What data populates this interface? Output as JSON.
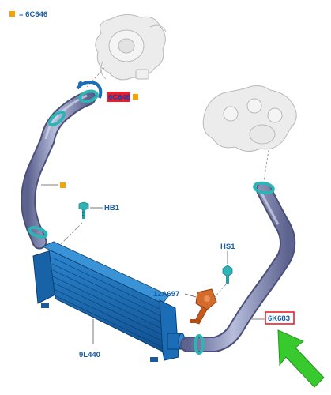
{
  "legend": {
    "swatch_color": "#f5a300",
    "text": "= 6C646"
  },
  "labels": {
    "hot_label": "6C646",
    "hb1": "HB1",
    "hs1": "HS1",
    "sensor": "12A697",
    "intercooler": "9L440",
    "cold_hose": "6K683"
  },
  "colors": {
    "part_blue": "#1b6db8",
    "hose_gray": "#7f86b2",
    "clamp_teal": "#2fb3b4",
    "highlight_red": "#e8202a",
    "marker_orange": "#f5a300",
    "arrow_green": "#37c92e",
    "label_blue": "#1a5fa8"
  },
  "icons": {
    "pointer": "green-arrow-icon",
    "marker": "orange-square-marker"
  }
}
